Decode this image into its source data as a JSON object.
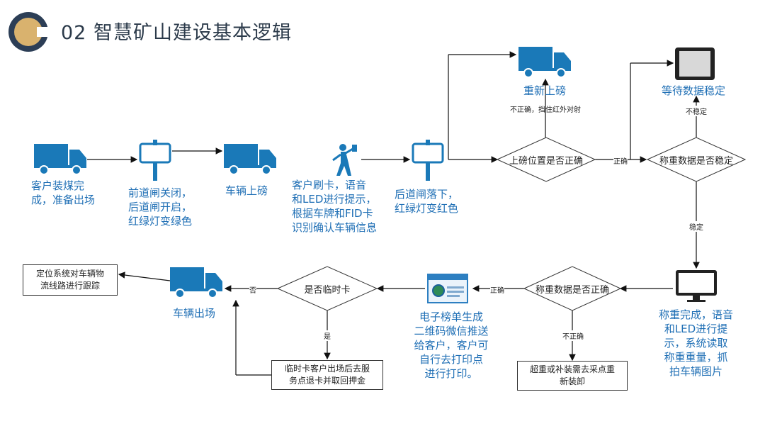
{
  "header": {
    "title": "02  智慧矿山建设基本逻辑"
  },
  "colors": {
    "accent": "#1f6fb5",
    "logo_dark": "#2c3e56",
    "logo_gold": "#d9b26e"
  },
  "steps": {
    "customer_ready": [
      "客户装煤完",
      "成，准备出场"
    ],
    "front_gate": [
      "前道闸关闭，",
      "后道闸开启，",
      "红绿灯变绿色"
    ],
    "vehicle_on_scale": "车辆上磅",
    "card_swipe": [
      "客户刷卡，语音",
      "和LED进行提示，",
      "根据车牌和FID卡",
      "识别确认车辆信息"
    ],
    "back_gate": [
      "后道闸落下，",
      "红绿灯变红色"
    ],
    "reweigh": "重新上磅",
    "wait_stable": "等待数据稳定",
    "weigh_done": [
      "称重完成，语音",
      "和LED进行提",
      "示，系统读取",
      "称重重量，抓",
      "拍车辆图片"
    ],
    "e_ticket": [
      "电子榜单生成",
      "二维码微信推送",
      "给客户，客户可",
      "自行去打印点",
      "进行打印。"
    ],
    "vehicle_exit": "车辆出场"
  },
  "decisions": {
    "position_ok": "上磅位置是否正确",
    "data_stable": "称重数据是否稳定",
    "data_correct": "称重数据是否正确",
    "temp_card": "是否临时卡"
  },
  "edge_labels": {
    "incorrect_block": "不正确，挡住红外对射",
    "correct": "正确",
    "unstable": "不稳定",
    "stable": "稳定",
    "correct2": "正确",
    "incorrect": "不正确",
    "no": "否",
    "yes": "是"
  },
  "boxes": {
    "tracking": [
      "定位系统对车辆物",
      "流线路进行跟踪"
    ],
    "temp_card_return": [
      "临时卡客户出场后去服",
      "务点退卡并取回押金"
    ],
    "overweight": [
      "超重或补装需去采点重",
      "新装卸"
    ]
  }
}
